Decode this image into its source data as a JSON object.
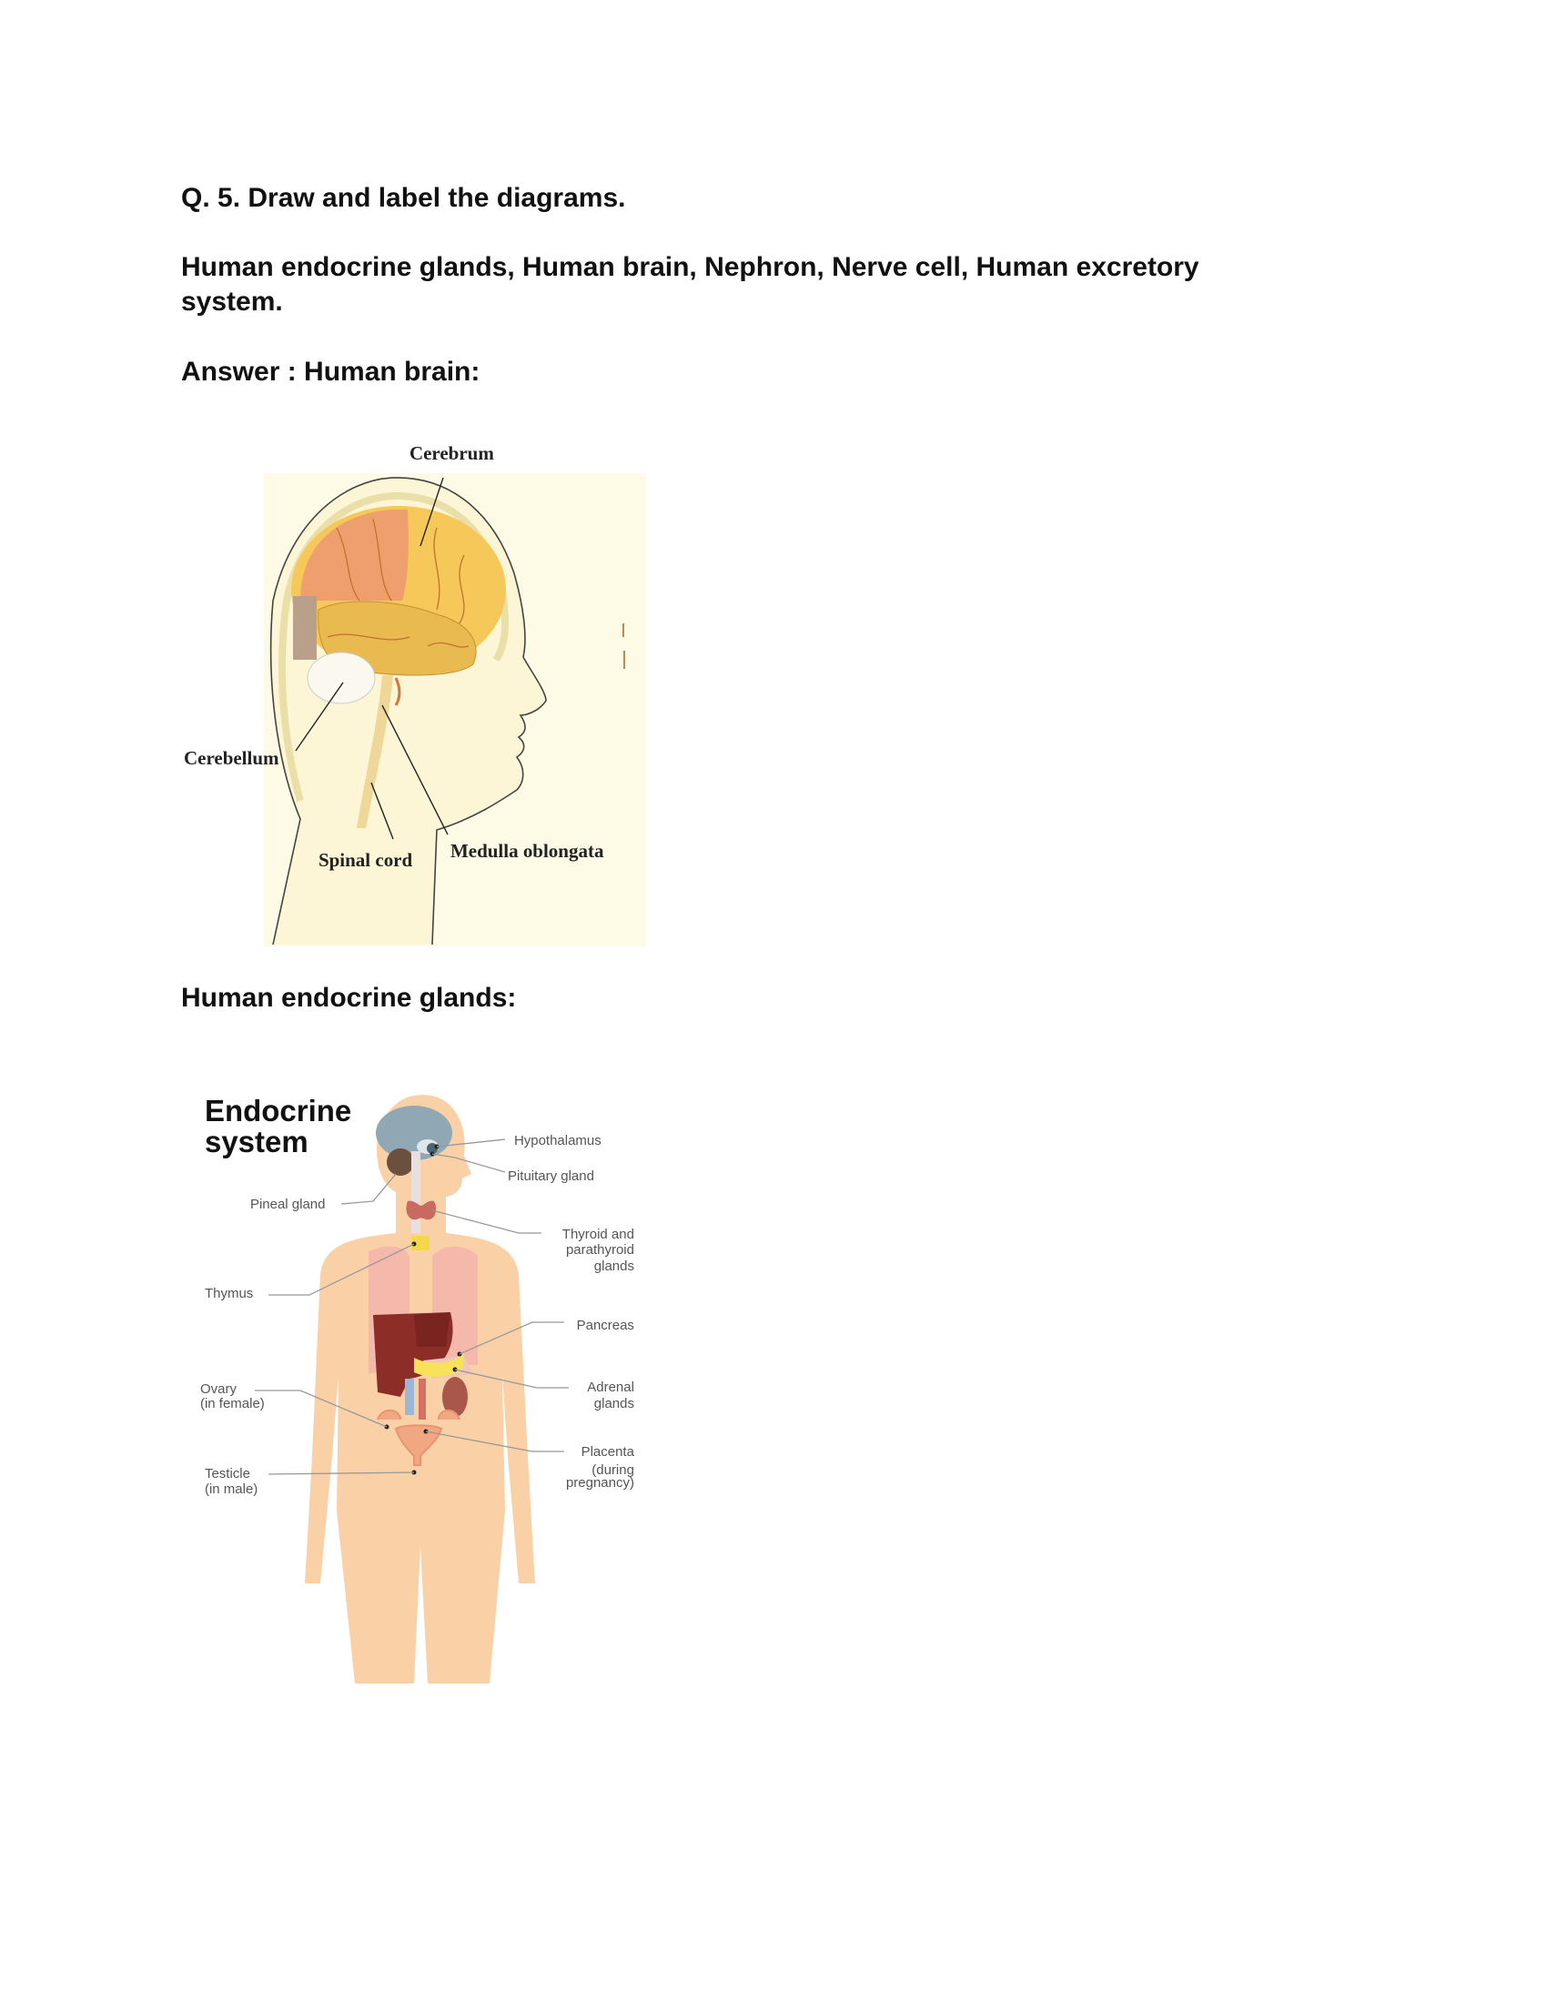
{
  "question": "Q. 5. Draw and label the diagrams.",
  "topics_line1": "Human endocrine glands, Human brain, Nephron, Nerve cell, Human excretory",
  "topics_line2": "system.",
  "answer_heading": "Answer : Human brain:",
  "brain_diagram": {
    "labels": {
      "cerebrum": "Cerebrum",
      "cerebellum": "Cerebellum",
      "spinal_cord": "Spinal cord",
      "medulla": "Medulla oblongata"
    }
  },
  "endocrine_heading": "Human endocrine glands:",
  "endocrine_diagram": {
    "title1": "Endocrine",
    "title2": "system",
    "labels": {
      "hypothalamus": "Hypothalamus",
      "pituitary": "Pituitary gland",
      "pineal": "Pineal gland",
      "thyroid1": "Thyroid and",
      "thyroid2": "parathyroid",
      "thyroid3": "glands",
      "thymus": "Thymus",
      "pancreas": "Pancreas",
      "adrenal1": "Adrenal",
      "adrenal2": "glands",
      "ovary": "Ovary",
      "ovary_note": "(in female)",
      "placenta": "Placenta",
      "placenta_note1": "(during",
      "placenta_note2": "pregnancy)",
      "testicle": "Testicle",
      "testicle_note": "(in male)"
    }
  }
}
